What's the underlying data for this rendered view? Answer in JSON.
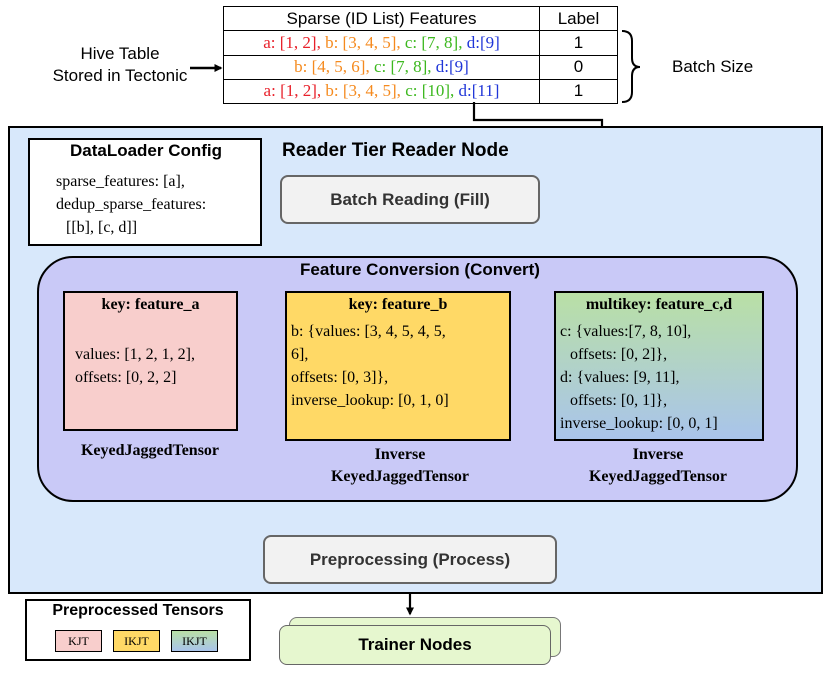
{
  "table": {
    "header_features": "Sparse (ID List) Features",
    "header_label": "Label",
    "rows": [
      {
        "a": "a: [1, 2],",
        "b": "b: [3, 4, 5],",
        "c": "c: [7, 8],",
        "d": "d:[9]",
        "label": "1"
      },
      {
        "a": "",
        "b": "b: [4, 5, 6],",
        "c": "c: [7, 8],",
        "d": "d:[9]",
        "label": "0"
      },
      {
        "a": "a: [1, 2],",
        "b": "b: [3, 4, 5],",
        "c": "c: [10],",
        "d": "d:[11]",
        "label": "1"
      }
    ]
  },
  "source": {
    "line1": "Hive Table",
    "line2": "Stored in Tectonic"
  },
  "batch_size_label": "Batch Size",
  "reader": {
    "title": "Reader Tier Reader Node"
  },
  "dataloader": {
    "title": "DataLoader Config",
    "line1": "sparse_features: [a],",
    "line2": "dedup_sparse_features:",
    "line3": "[[b], [c, d]]"
  },
  "batch_reading": "Batch Reading (Fill)",
  "feature_conversion": {
    "title": "Feature Conversion (Convert)",
    "a": {
      "title": "key: feature_a",
      "lines": [
        "values: [1, 2, 1, 2],",
        "offsets: [0, 2, 2]"
      ],
      "caption_1": "KeyedJaggedTensor"
    },
    "b": {
      "title": "key: feature_b",
      "lines": [
        "b: {values: [3, 4, 5, 4, 5,",
        "6],",
        "offsets: [0, 3]},",
        "inverse_lookup: [0, 1, 0]"
      ],
      "caption_1": "Inverse",
      "caption_2": "KeyedJaggedTensor"
    },
    "cd": {
      "title": "multikey: feature_c,d",
      "lines": [
        "c: {values:[7, 8, 10],",
        "offsets: [0, 2]},",
        "d: {values: [9, 11],",
        "offsets: [0, 1]},",
        "inverse_lookup: [0, 0, 1]"
      ],
      "caption_1": "Inverse",
      "caption_2": "KeyedJaggedTensor"
    }
  },
  "preprocessing": "Preprocessing (Process)",
  "legend": {
    "title": "Preprocessed Tensors",
    "items": [
      "KJT",
      "IKJT",
      "IKJT"
    ]
  },
  "trainer": "Trainer Nodes",
  "colors": {
    "feature_a": "#e8202a",
    "feature_b": "#f58a1e",
    "feature_c": "#3cb81e",
    "feature_d": "#1f35d8",
    "reader_bg": "#d8e8fb",
    "conversion_bg": "#c9c9f7",
    "kjt_fill": "#f8cecc",
    "ikjt_fill": "#ffd966",
    "multikey_gradient_top": "#b9e0a5",
    "multikey_gradient_bottom": "#a9c4eb",
    "trainer_fill": "#e6f7cf"
  }
}
